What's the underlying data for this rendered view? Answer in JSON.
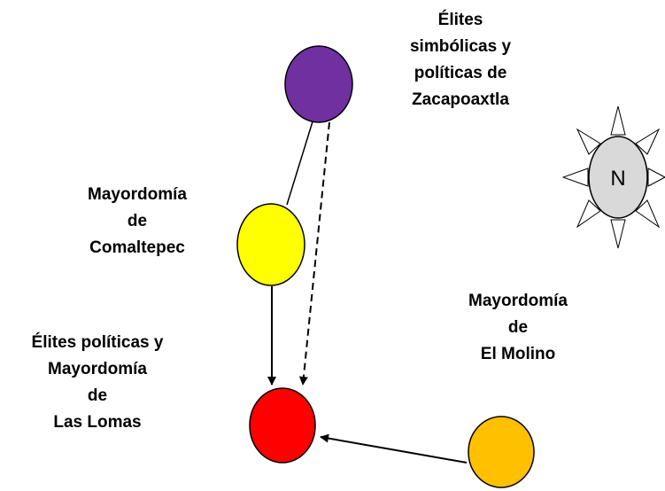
{
  "nodes": {
    "elites_zacapoaxtla": {
      "lines": [
        "Élites",
        "simbólicas y",
        "políticas de",
        "Zacapoaxtla"
      ],
      "color": "#7030A0"
    },
    "mayordomia_comaltepec": {
      "lines": [
        "Mayordomía",
        "de",
        "Comaltepec"
      ],
      "color": "#FFFF00"
    },
    "las_lomas": {
      "lines": [
        "Élites políticas y",
        "Mayordomía",
        "de",
        "Las Lomas"
      ],
      "color": "#FF0000"
    },
    "el_molino": {
      "lines": [
        "Mayordomía",
        "de",
        "El Molino"
      ],
      "color": "#FFC000"
    }
  },
  "compass": {
    "letter": "N",
    "fill": "#D9D9D9"
  },
  "edges": [
    {
      "from": "elites_zacapoaxtla",
      "to": "mayordomia_comaltepec",
      "style": "solid",
      "arrow": false
    },
    {
      "from": "mayordomia_comaltepec",
      "to": "las_lomas",
      "style": "solid",
      "arrow": true
    },
    {
      "from": "elites_zacapoaxtla",
      "to": "las_lomas",
      "style": "dashed",
      "arrow": true
    },
    {
      "from": "el_molino",
      "to": "las_lomas",
      "style": "solid",
      "arrow": true
    }
  ]
}
